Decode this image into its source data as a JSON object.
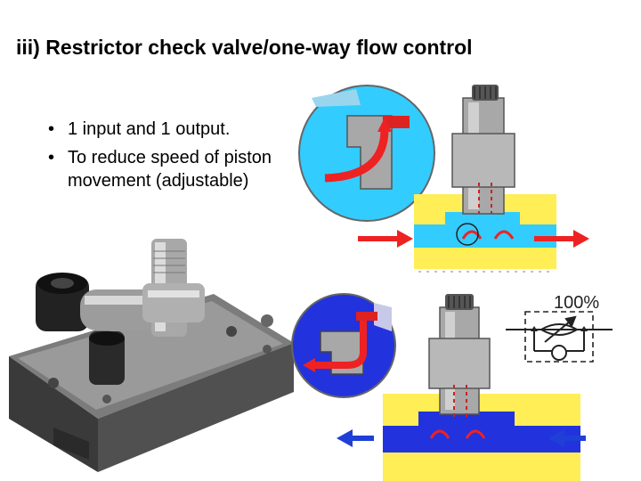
{
  "slide": {
    "title": "iii) Restrictor check valve/one-way flow control",
    "bullets": [
      "1 input and 1 output.",
      "To reduce speed of piston movement (adjustable)"
    ],
    "symbol_label": "100%"
  },
  "colors": {
    "cyan_fluid": "#33ccff",
    "blue_fluid": "#2233dd",
    "yellow_body": "#ffee55",
    "flow_arrow_red": "#ee2222",
    "flow_arrow_blue": "#1f3fd6",
    "metal_gray": "#b8b8b8"
  }
}
